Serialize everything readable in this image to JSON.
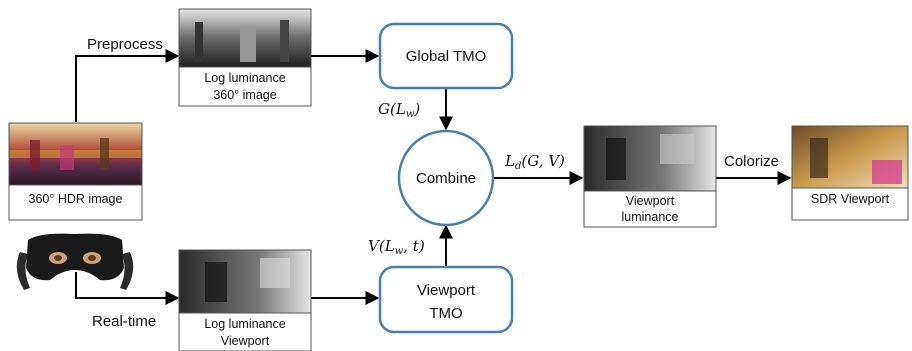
{
  "nodes": {
    "hdr_image": {
      "caption": "360° HDR image"
    },
    "log_lum_360": {
      "caption_line1": "Log luminance",
      "caption_line2": "360° image"
    },
    "log_lum_viewport": {
      "caption_line1": "Log luminance",
      "caption_line2": "Viewport"
    },
    "global_tmo": {
      "label": "Global TMO"
    },
    "viewport_tmo": {
      "label_line1": "Viewport",
      "label_line2": "TMO"
    },
    "combine": {
      "label": "Combine"
    },
    "viewport_luminance": {
      "caption_line1": "Viewport",
      "caption_line2": "luminance"
    },
    "sdr_viewport": {
      "caption": "SDR Viewport"
    }
  },
  "edges": {
    "preprocess": "Preprocess",
    "realtime": "Real-time",
    "global_out": {
      "fn": "G",
      "arg": "L",
      "sub": "w"
    },
    "viewport_out": {
      "fn": "V",
      "arg": "L",
      "sub": "w",
      "tail": ", t"
    },
    "combine_out": {
      "fn": "L",
      "sub": "d",
      "args": "(G, V)"
    },
    "colorize": "Colorize"
  },
  "colors": {
    "node_border": "#4a7fa8",
    "arrow": "#000000"
  },
  "icons": [
    "vr-headset-icon"
  ]
}
